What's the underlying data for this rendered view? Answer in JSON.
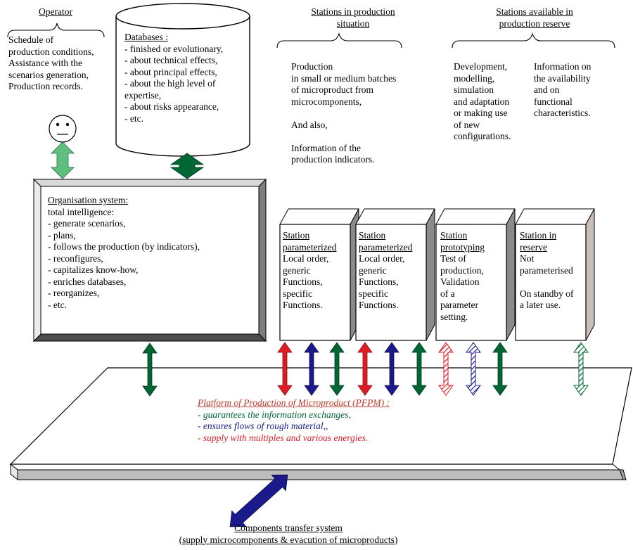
{
  "operator": {
    "title": "Operator",
    "lines": [
      "Schedule of",
      "production conditions,",
      "Assistance with the",
      "scenarios generation,",
      "Production records."
    ]
  },
  "databases": {
    "title": "Databases :",
    "lines": [
      "- finished or evolutionary,",
      "- about technical effects,",
      "- about principal effects,",
      "- about the high level of",
      "expertise,",
      "- about risks appearance,",
      "- etc."
    ]
  },
  "production_header": {
    "line1": "Stations in production",
    "line2": "situation"
  },
  "reserve_header": {
    "line1": "Stations available in",
    "line2": "production reserve"
  },
  "production_text": {
    "lines": [
      "Production",
      "in small or medium batches",
      "of microproduct from",
      "microcomponents,",
      "",
      "And also,",
      "",
      "Information of the",
      "production indicators."
    ]
  },
  "reserve_text_left": {
    "lines": [
      "Development,",
      "modelling,",
      "simulation",
      "and adaptation",
      "or making use",
      "of new",
      "configurations."
    ]
  },
  "reserve_text_right": {
    "lines": [
      "Information on",
      "the availability",
      "and on",
      "functional",
      "characteristics."
    ]
  },
  "organisation": {
    "title": "Organisation system:",
    "lines": [
      "total intelligence:",
      "- generate scenarios,",
      "- plans,",
      "- follows the production (by indicators),",
      "- reconfigures,",
      "- capitalizes know-how,",
      "- enriches databases,",
      "- reorganizes,",
      "- etc."
    ]
  },
  "stations": [
    {
      "title1": "Station",
      "title2": "parameterized",
      "lines": [
        "Local order,",
        "generic",
        "Functions,",
        "specific",
        "Functions."
      ]
    },
    {
      "title1": "Station",
      "title2": "parameterized",
      "lines": [
        "Local order,",
        "generic",
        "Functions,",
        "specific",
        "Functions."
      ]
    },
    {
      "title1": "Station",
      "title2": "prototyping",
      "lines": [
        "Test of",
        "production,",
        "Validation",
        "of a",
        "parameter",
        "setting."
      ]
    },
    {
      "title1": "Station in",
      "title2": "reserve",
      "lines": [
        "Not",
        "parameterised",
        "",
        "On standby of",
        "a later use."
      ]
    }
  ],
  "platform": {
    "title": "Platform of Production of Microproduct (PFPM) :",
    "line_green": "- guarantees the information exchanges,",
    "line_blue": "- ensures flows of rough material,,",
    "line_red": "- supply with multiples and various energies."
  },
  "transfer": {
    "line1": "Components transfer system",
    "line2": "(supply microcomponents & evacution of microproducts)"
  },
  "colors": {
    "information_green": "#006633",
    "material_blue": "#1a1a8c",
    "energy_red": "#e01b24",
    "operator_green": "#5fbf7f",
    "title_red": "#c0392b"
  }
}
